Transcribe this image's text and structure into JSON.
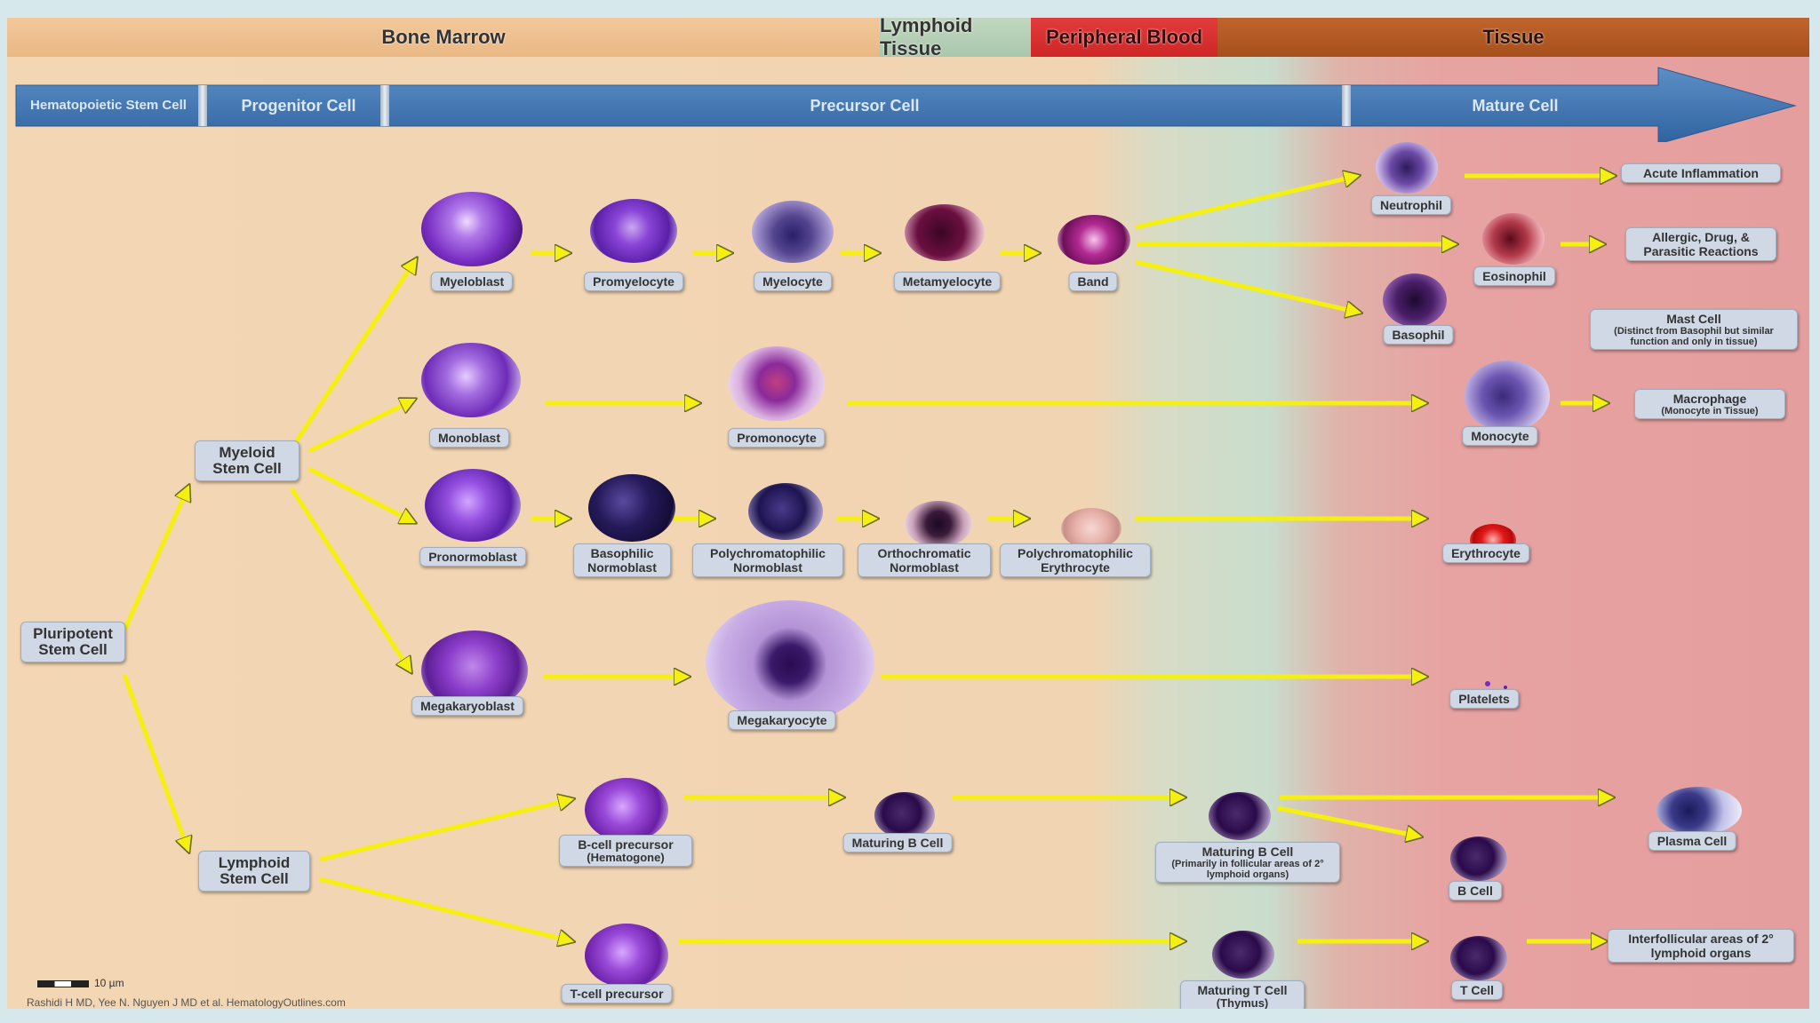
{
  "regions": [
    "Bone Marrow",
    "Lymphoid Tissue",
    "Peripheral Blood",
    "Tissue"
  ],
  "stages": [
    "Hematopoietic Stem Cell",
    "Progenitor Cell",
    "Precursor Cell",
    "Mature Cell"
  ],
  "colors": {
    "bone_marrow": "#f1cfa8",
    "lymphoid_tissue": "#b4cfb9",
    "peripheral_blood": "#d9303a",
    "tissue": "#b5541f",
    "stage_arrow": "#3f77b4",
    "flow_arrow": "#f5f00f"
  },
  "nodes": {
    "pluripotent": {
      "label": "Pluripotent Stem Cell"
    },
    "myeloid": {
      "label": "Myeloid Stem Cell"
    },
    "lymphoid": {
      "label": "Lymphoid Stem Cell"
    },
    "myeloblast": {
      "label": "Myeloblast"
    },
    "promyelocyte": {
      "label": "Promyelocyte"
    },
    "myelocyte": {
      "label": "Myelocyte"
    },
    "metamyelocyte": {
      "label": "Metamyelocyte"
    },
    "band": {
      "label": "Band"
    },
    "neutrophil": {
      "label": "Neutrophil"
    },
    "eosinophil": {
      "label": "Eosinophil"
    },
    "basophil": {
      "label": "Basophil"
    },
    "acute_inflammation": {
      "label": "Acute Inflammation"
    },
    "allergic": {
      "label": "Allergic, Drug, & Parasitic Reactions"
    },
    "mast_cell": {
      "label": "Mast Cell",
      "note": "(Distinct from Basophil but similar function and only in tissue)"
    },
    "monoblast": {
      "label": "Monoblast"
    },
    "promonocyte": {
      "label": "Promonocyte"
    },
    "monocyte": {
      "label": "Monocyte"
    },
    "macrophage": {
      "label": "Macrophage",
      "note": "(Monocyte in Tissue)"
    },
    "pronormoblast": {
      "label": "Pronormoblast"
    },
    "basophilic_normoblast": {
      "label": "Basophilic Normoblast"
    },
    "polychromatophilic_normoblast": {
      "label": "Polychromatophilic Normoblast"
    },
    "orthochromatic_normoblast": {
      "label": "Orthochromatic Normoblast"
    },
    "polychromatophilic_erythrocyte": {
      "label": "Polychromatophilic Erythrocyte"
    },
    "erythrocyte": {
      "label": "Erythrocyte"
    },
    "megakaryoblast": {
      "label": "Megakaryoblast"
    },
    "megakaryocyte": {
      "label": "Megakaryocyte"
    },
    "platelets": {
      "label": "Platelets"
    },
    "bcell_precursor": {
      "label": "B-cell precursor",
      "note": "(Hematogone)"
    },
    "maturing_b1": {
      "label": "Maturing B Cell"
    },
    "maturing_b2": {
      "label": "Maturing B Cell",
      "note": "(Primarily in follicular areas of 2° lymphoid organs)"
    },
    "plasma_cell": {
      "label": "Plasma Cell"
    },
    "b_cell": {
      "label": "B Cell"
    },
    "tcell_precursor": {
      "label": "T-cell precursor"
    },
    "maturing_t": {
      "label": "Maturing T Cell",
      "note": "(Thymus)"
    },
    "t_cell": {
      "label": "T Cell"
    },
    "interfollicular": {
      "label": "Interfollicular areas of 2° lymphoid organs"
    }
  },
  "scale_label": "10 µm",
  "credit": "Rashidi H MD, Yee N. Nguyen J MD et al. HematologyOutlines.com"
}
